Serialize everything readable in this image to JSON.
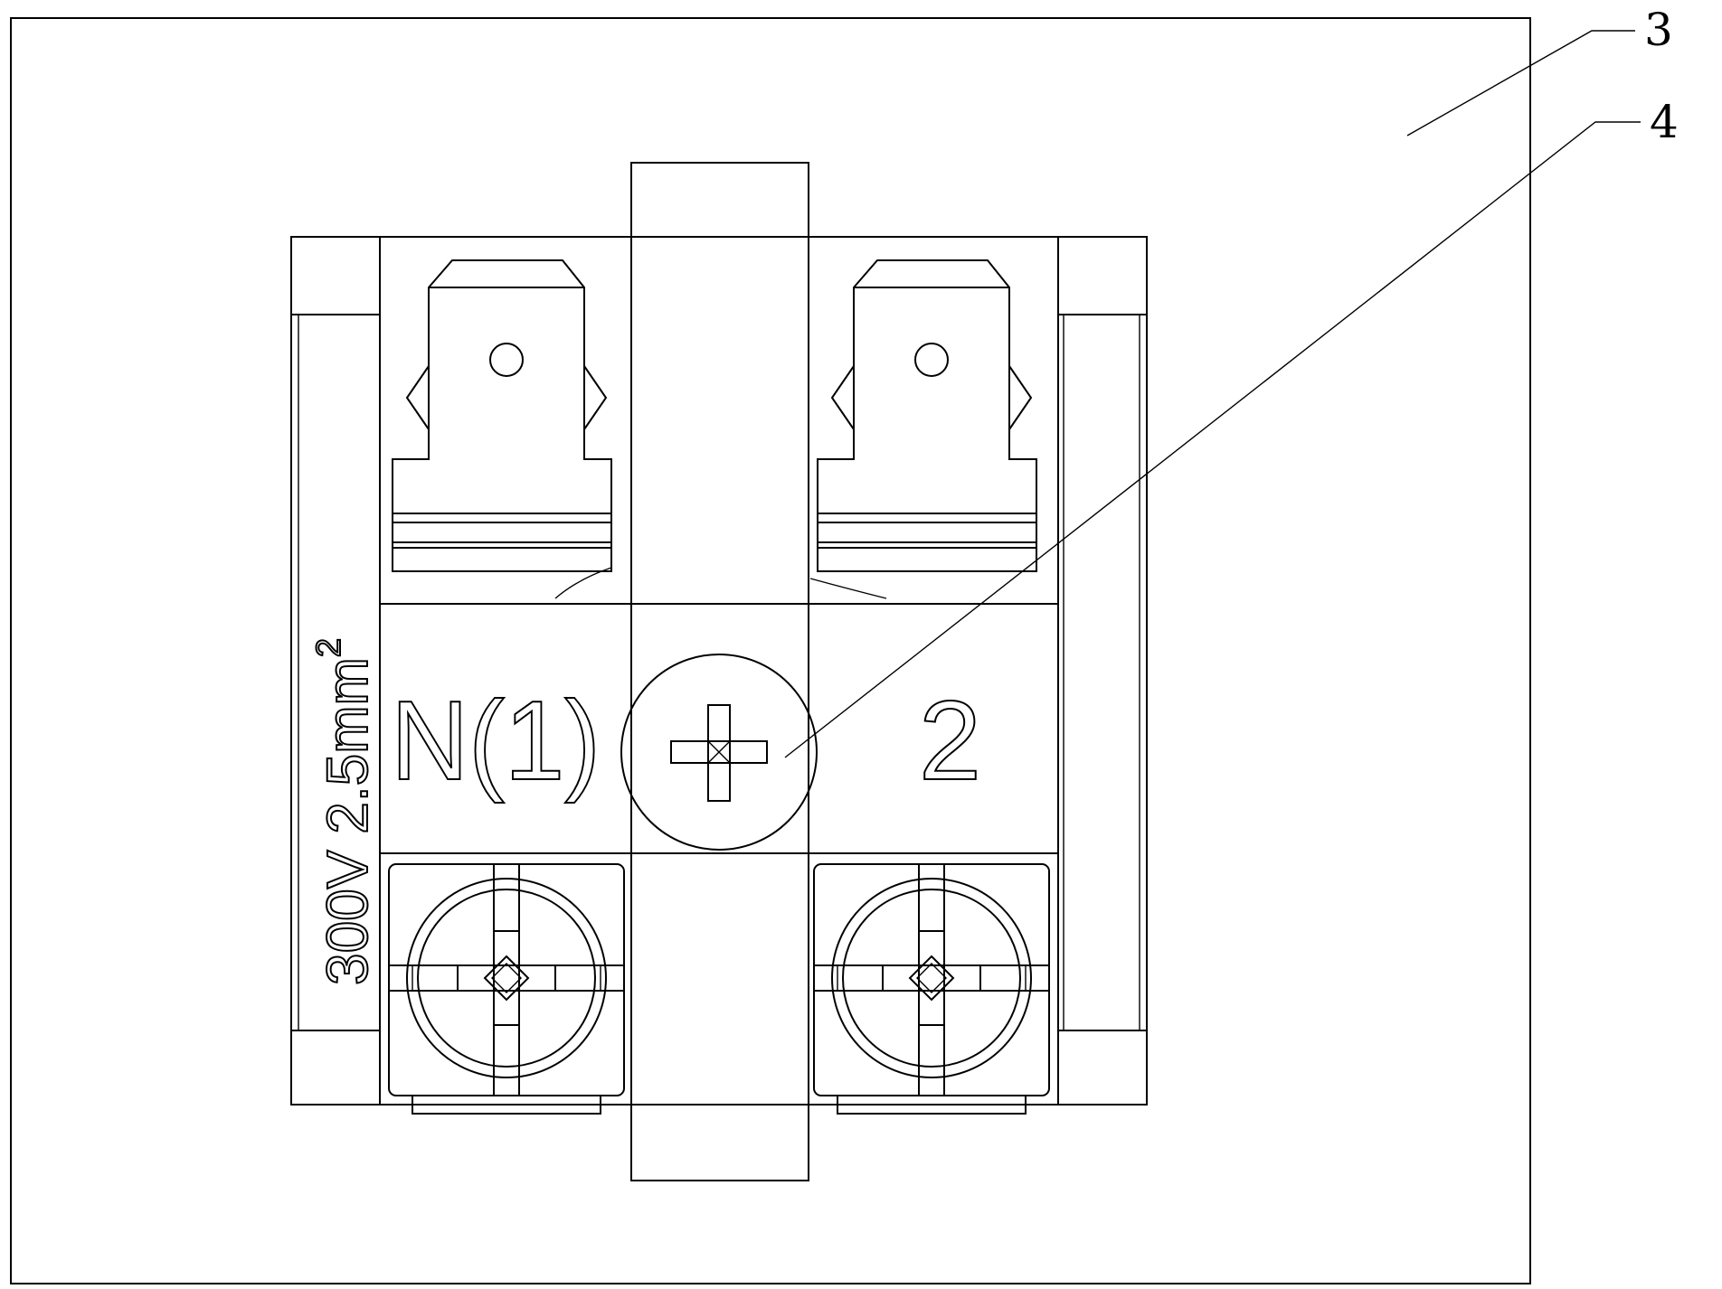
{
  "callouts": [
    {
      "label": "3",
      "target": "outer-panel"
    },
    {
      "label": "4",
      "target": "center-screw"
    }
  ],
  "terminal_block": {
    "left_terminal_label": "N(1)",
    "right_terminal_label": "2",
    "rating_voltage": "300V",
    "rating_section": "2.5mm",
    "rating_exponent": "2"
  }
}
